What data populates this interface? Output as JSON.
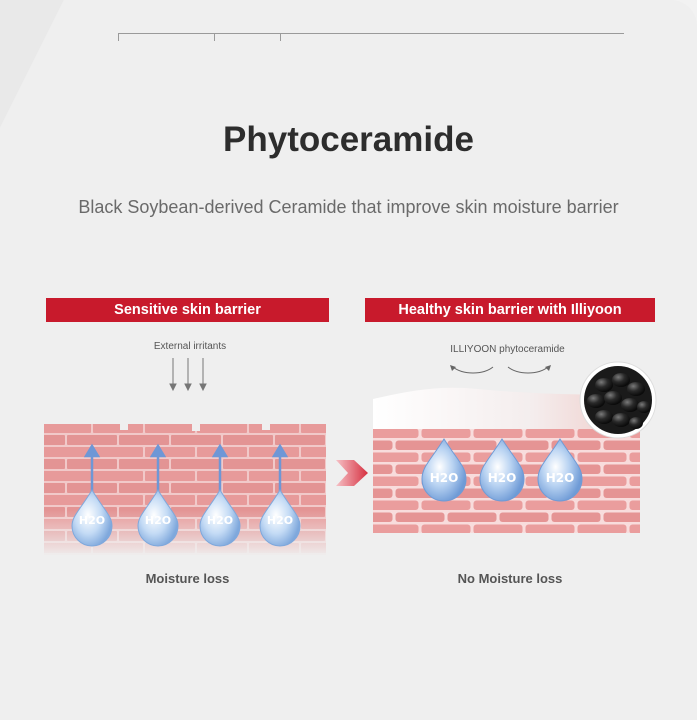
{
  "title": "Phytoceramide",
  "subtitle": "Black Soybean-derived Ceramide that improve skin moisture barrier",
  "left_panel": {
    "banner": "Sensitive skin barrier",
    "annotation": "External irritants",
    "drop_label": "H2O",
    "caption": "Moisture loss"
  },
  "right_panel": {
    "banner": "Healthy skin barrier with Illiyoon",
    "annotation": "ILLIYOON phytoceramide",
    "drop_label": "H2O",
    "caption": "No Moisture loss"
  },
  "colors": {
    "accent_red": "#c81a2c",
    "brick": "#e79a9a",
    "brick_dark": "#d88282",
    "mortar": "#f6dede",
    "drop": "#9cc0ea"
  },
  "icons": [
    "arrow-right-icon",
    "black-soybeans-icon",
    "water-drop-icon"
  ]
}
